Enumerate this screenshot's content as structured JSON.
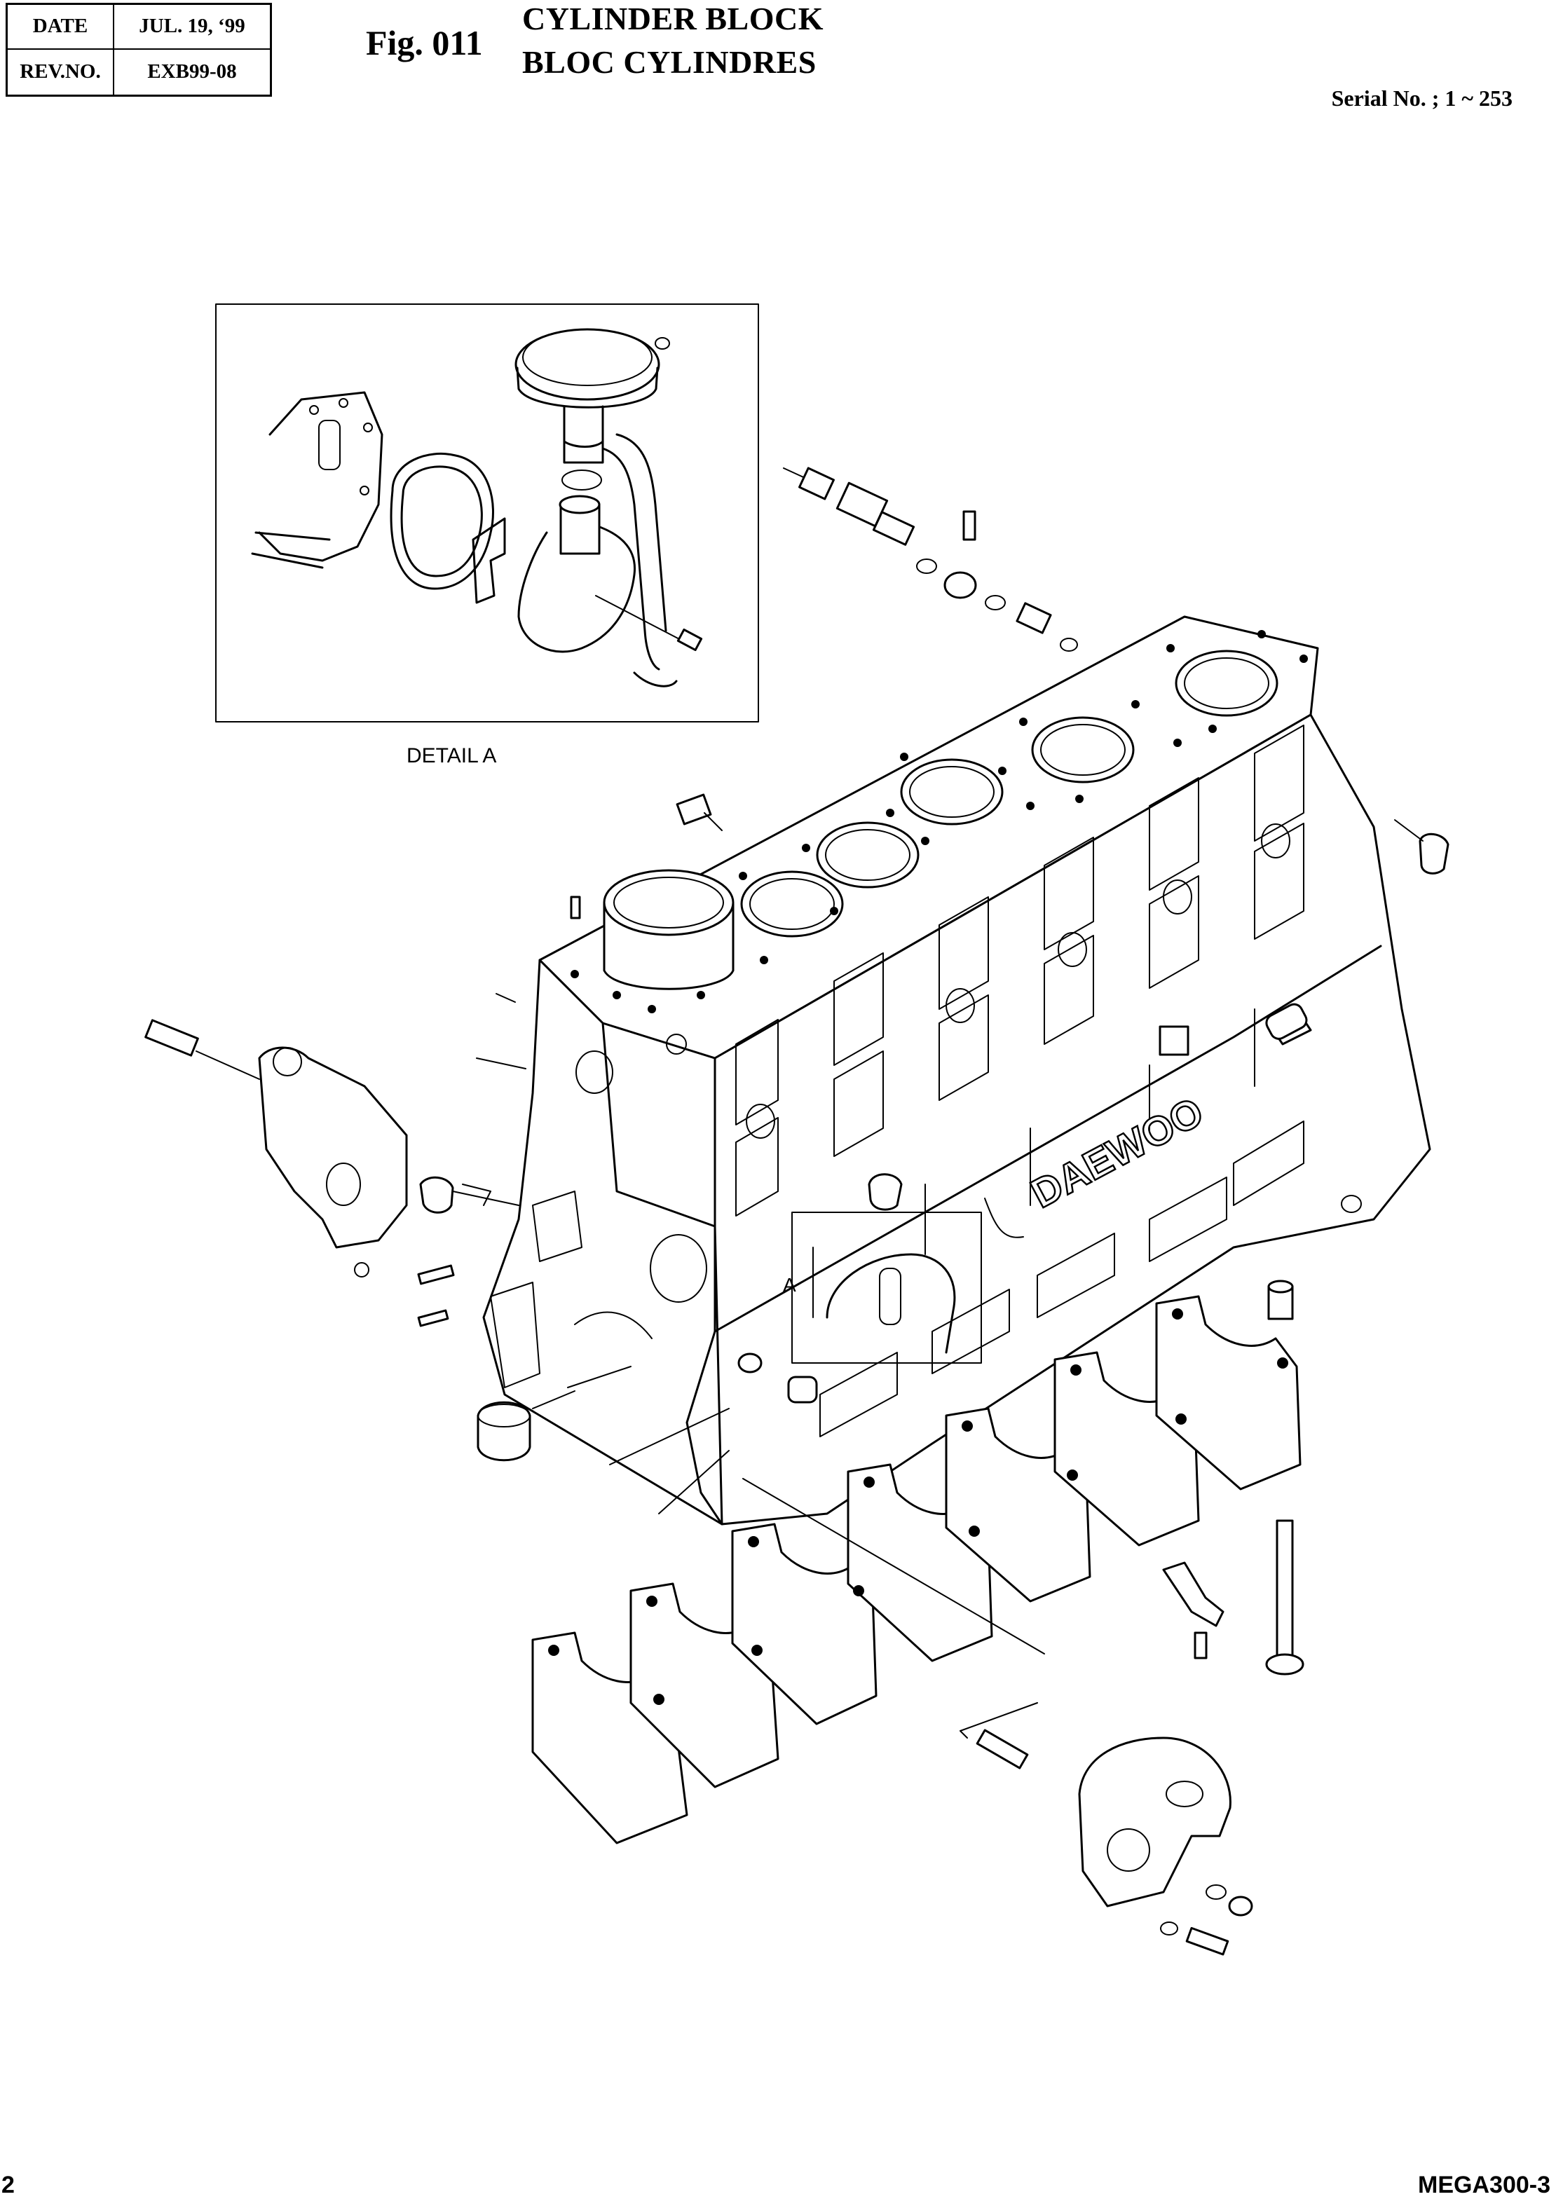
{
  "header": {
    "date_label": "DATE",
    "date_value": "JUL. 19, ‘99",
    "rev_label": "REV.NO.",
    "rev_value": "EXB99-08"
  },
  "figure": {
    "number": "Fig. 011",
    "title_en": "CYLINDER BLOCK",
    "title_fr": "BLOC CYLINDRES",
    "serial": "Serial No. ; 1 ~ 253"
  },
  "diagram": {
    "detail_label": "DETAIL A",
    "callout_letter": "A",
    "brand_text": "DAEWOO"
  },
  "footer": {
    "page_number": "2",
    "model_code": "MEGA300-3"
  }
}
